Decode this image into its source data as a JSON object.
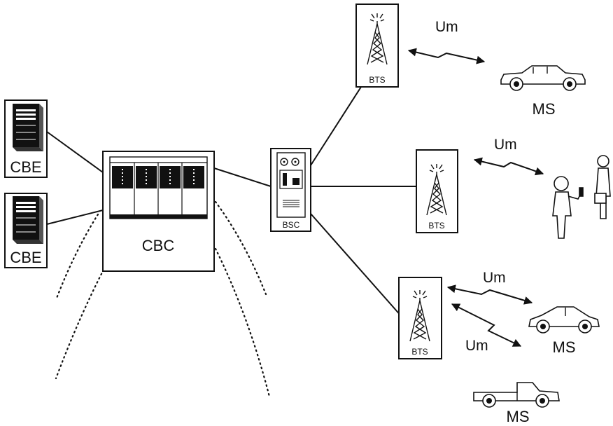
{
  "nodes": {
    "cbe_top": {
      "label": "CBE"
    },
    "cbe_bottom": {
      "label": "CBE"
    },
    "cbc": {
      "label": "CBC"
    },
    "bsc": {
      "label": "BSC"
    },
    "bts_top": {
      "label": "BTS"
    },
    "bts_middle": {
      "label": "BTS"
    },
    "bts_bottom": {
      "label": "BTS"
    }
  },
  "links": {
    "um_top": "Um",
    "um_middle": "Um",
    "um_bottom_1": "Um",
    "um_bottom_2": "Um"
  },
  "mobiles": {
    "ms_car_top": "MS",
    "ms_car_bottom": "MS",
    "ms_truck": "MS"
  },
  "icons": [
    "server-icon",
    "cabinet-icon",
    "antenna-tower-icon",
    "car-icon",
    "sports-car-icon",
    "pickup-truck-icon",
    "person-with-phone-icon",
    "person-with-briefcase-icon"
  ]
}
